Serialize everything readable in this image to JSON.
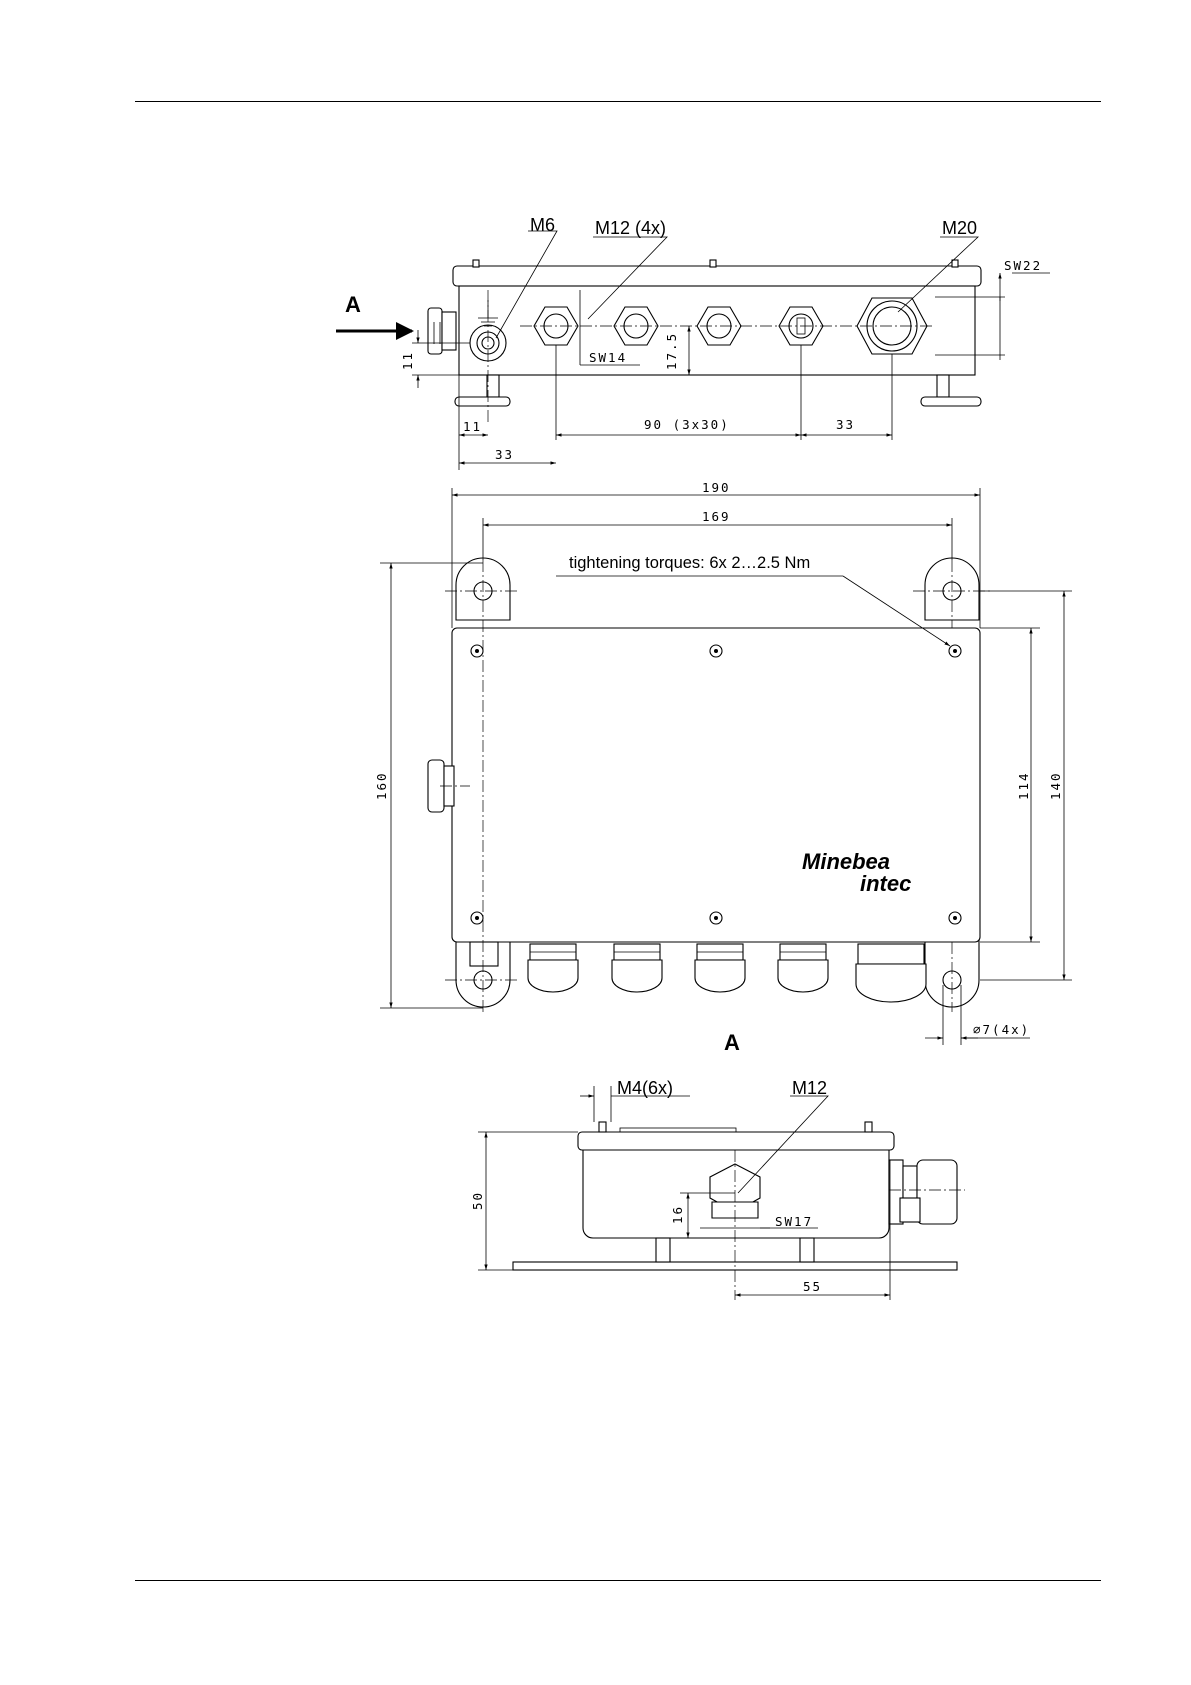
{
  "top_view": {
    "callouts": {
      "m6": "M6",
      "m12": "M12 (4x)",
      "m20": "M20",
      "sw22": "SW22",
      "sw14": "SW14"
    },
    "view_arrow": "A",
    "dims": {
      "d11_v": "11",
      "d17_5": "17.5",
      "d11_h": "11",
      "d33_left": "33",
      "d90": "90 (3x30)",
      "d33_right": "33"
    }
  },
  "plan_view": {
    "dims": {
      "d190": "190",
      "d169": "169",
      "d160": "160",
      "d114": "114",
      "d140": "140",
      "hole": "∅7(4x)"
    },
    "note": "tightening torques: 6x 2…2.5 Nm",
    "logo_line1": "Minebea",
    "logo_line2": "intec"
  },
  "side_view": {
    "title": "A",
    "callouts": {
      "m4": "M4(6x)",
      "m12": "M12",
      "sw17": "SW17"
    },
    "dims": {
      "d50": "50",
      "d16": "16",
      "d55": "55"
    }
  }
}
